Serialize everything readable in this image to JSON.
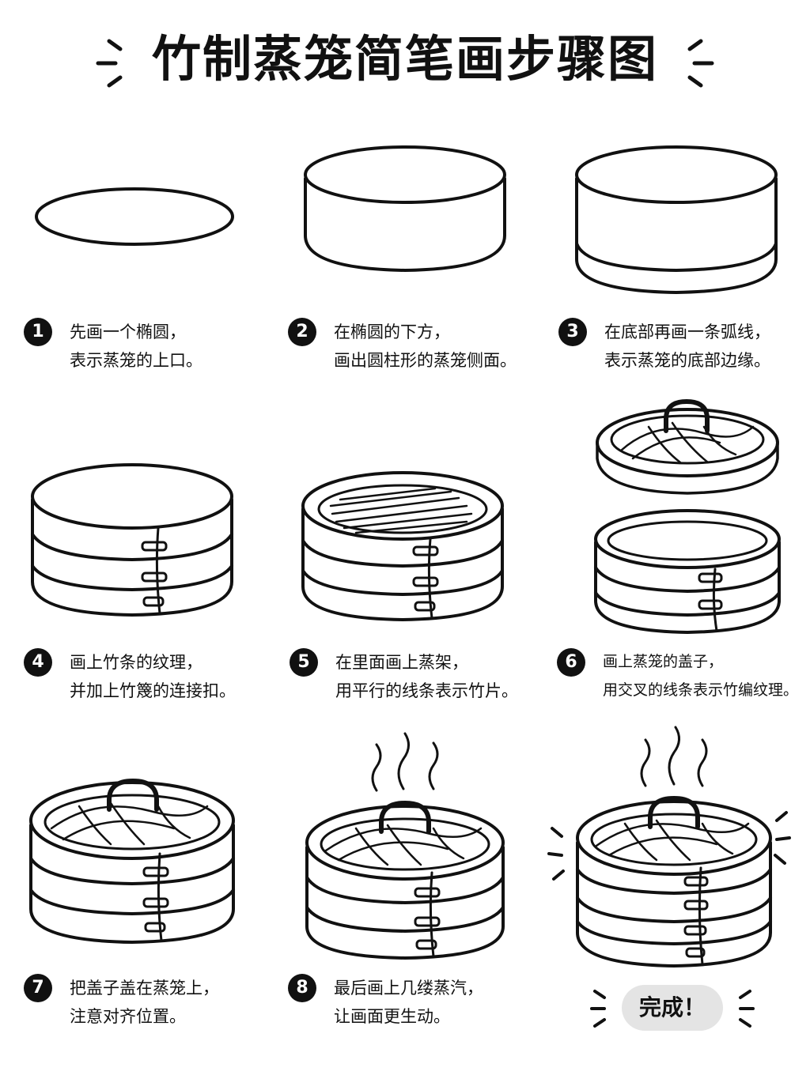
{
  "title": "竹制蒸笼简笔画步骤图",
  "steps": [
    {
      "num": "1",
      "line1": "先画一个椭圆，",
      "line2": "表示蒸笼的上口。"
    },
    {
      "num": "2",
      "line1": "在椭圆的下方，",
      "line2": "画出圆柱形的蒸笼侧面。"
    },
    {
      "num": "3",
      "line1": "在底部再画一条弧线，",
      "line2": "表示蒸笼的底部边缘。"
    },
    {
      "num": "4",
      "line1": "画上竹条的纹理，",
      "line2": "并加上竹篾的连接扣。"
    },
    {
      "num": "5",
      "line1": "在里面画上蒸架，",
      "line2": "用平行的线条表示竹片。"
    },
    {
      "num": "6",
      "line1": "画上蒸笼的盖子，",
      "line2": "用交叉的线条表示竹编纹理。"
    },
    {
      "num": "7",
      "line1": "把盖子盖在蒸笼上，",
      "line2": "注意对齐位置。"
    },
    {
      "num": "8",
      "line1": "最后画上几缕蒸汽，",
      "line2": "让画面更生动。"
    }
  ],
  "done_label": "完成！"
}
